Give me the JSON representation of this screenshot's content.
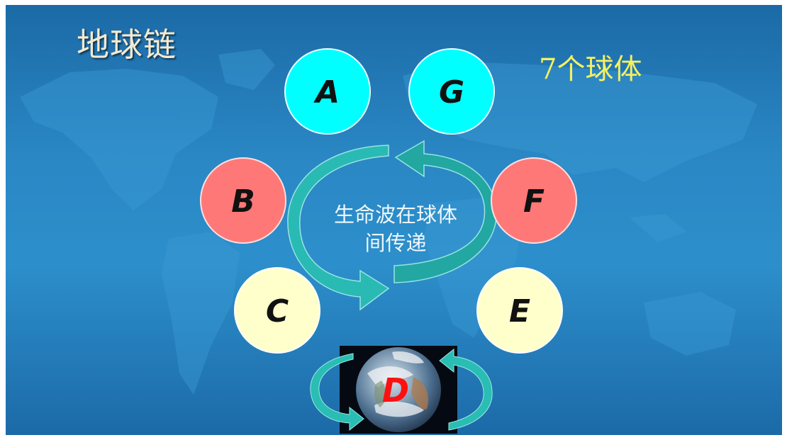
{
  "title": "地球链",
  "count_label": "7个球体",
  "center_text": [
    "生命波在球体",
    "间传递"
  ],
  "spheres": [
    {
      "id": "A",
      "label": "A",
      "color": "#00ffff"
    },
    {
      "id": "G",
      "label": "G",
      "color": "#00ffff"
    },
    {
      "id": "B",
      "label": "B",
      "color": "#ff7878"
    },
    {
      "id": "F",
      "label": "F",
      "color": "#ff7878"
    },
    {
      "id": "C",
      "label": "C",
      "color": "#ffffcc"
    },
    {
      "id": "E",
      "label": "E",
      "color": "#ffffcc"
    },
    {
      "id": "D",
      "label": "D",
      "color": "#ff1010"
    }
  ],
  "colors": {
    "background": "#2a87c4",
    "arrow": "#29bdb3",
    "title": "#f4ead0",
    "count_label": "#f5f061"
  }
}
